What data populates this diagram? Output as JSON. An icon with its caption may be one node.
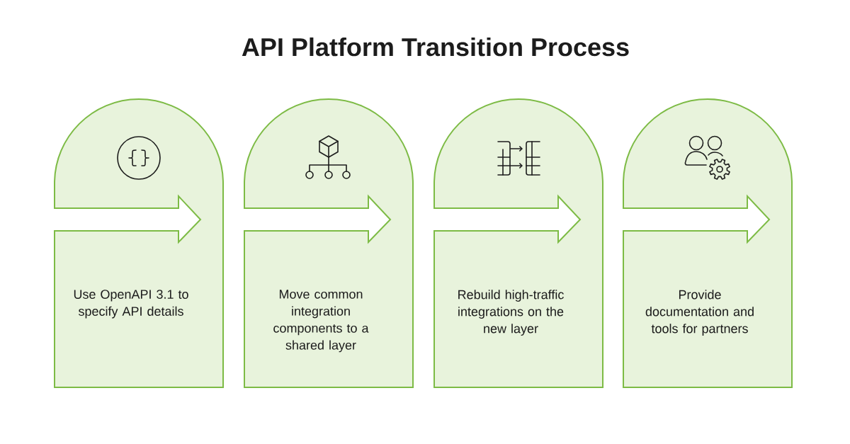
{
  "diagram": {
    "title": "API Platform Transition Process",
    "nodes": [
      {
        "text": [
          "Use OpenAPI 3.1 to specify API details"
        ]
      },
      {
        "text": [
          "Move common integration components to a shared layer"
        ]
      },
      {
        "text": [
          "Rebuild high-traffic integrations on the new layer"
        ]
      },
      {
        "text": [
          "Provide documentation and tools for partners"
        ]
      }
    ],
    "edges": [
      {
        "from": null,
        "to": 0,
        "arrow": "to"
      },
      {
        "from": null,
        "to": 1,
        "arrow": "to"
      },
      {
        "from": null,
        "to": 2,
        "arrow": "to"
      },
      {
        "from": null,
        "to": 3,
        "arrow": "to"
      }
    ]
  }
}
